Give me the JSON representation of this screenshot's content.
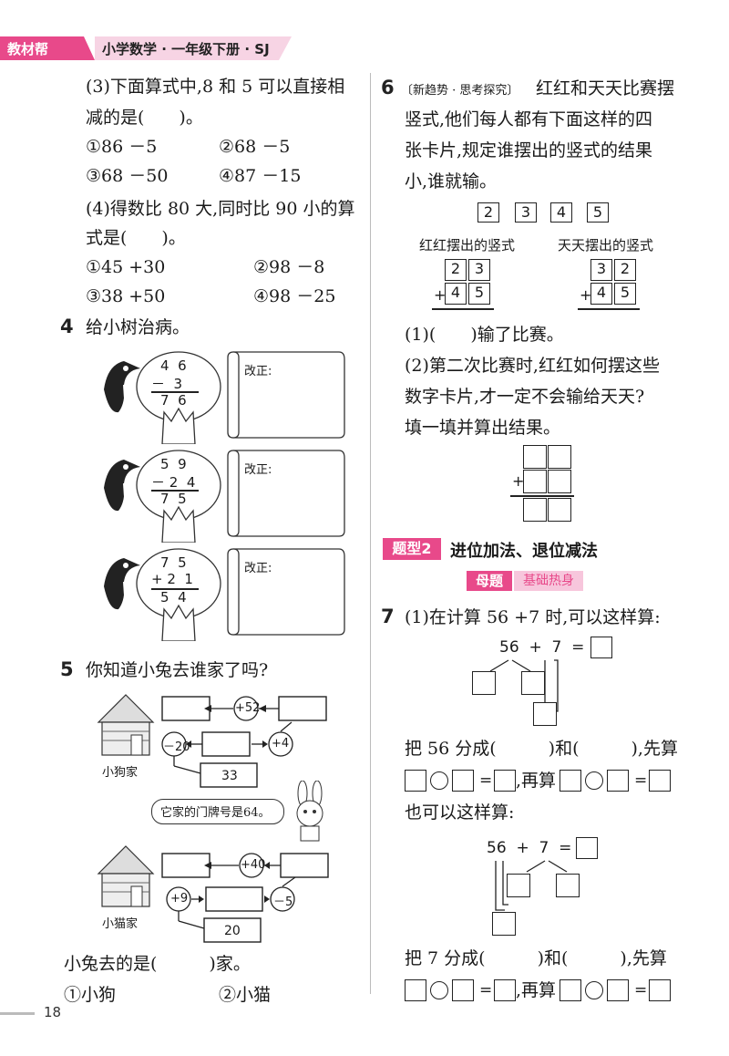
{
  "header": {
    "brand": "教材帮",
    "title": "小学数学 · 一年级下册 · SJ"
  },
  "footer": {
    "page_number": "18"
  },
  "q3": {
    "p3_stem_1": "(3)下面算式中,8 和 5 可以直接相",
    "p3_stem_2": "减的是(　　)。",
    "p3_options": [
      "①86 －5",
      "②68 －5",
      "③68 －50",
      "④87 －15"
    ],
    "p4_stem_1": "(4)得数比 80 大,同时比 90 小的算",
    "p4_stem_2": "式是(　　)。",
    "p4_options": [
      "①45 +30",
      "②98 －8",
      "③38 +50",
      "④98 －25"
    ]
  },
  "q4": {
    "num": "4",
    "title": "给小树治病。",
    "correction_label": "改正:",
    "problems": [
      {
        "top": "4  6",
        "mid": "－  3",
        "res": "7  6"
      },
      {
        "top": "5  9",
        "mid": "－ 2  4",
        "res": "7  5"
      },
      {
        "top": "7  5",
        "mid": "+ 2  1",
        "res": "5  4"
      }
    ]
  },
  "q5": {
    "num": "5",
    "title": "你知道小兔去谁家了吗?",
    "dog_house": "小狗家",
    "cat_house": "小猫家",
    "chain1": {
      "op_a": "+52",
      "op_b": "－20",
      "op_c": "+4",
      "start": "33"
    },
    "chain2": {
      "op_a": "+40",
      "op_b": "+9",
      "op_c": "－5",
      "start": "20"
    },
    "speech": "它家的门牌号是64。",
    "answer_stem": "小兔去的是(　　　)家。",
    "options": [
      "①小狗",
      "②小猫"
    ]
  },
  "q6": {
    "num": "6",
    "tag": "〔新趋势 · 思考探究〕",
    "stem_1": "红红和天天比赛摆",
    "stem_2": "竖式,他们每人都有下面这样的四",
    "stem_3": "张卡片,规定谁摆出的竖式的结果",
    "stem_4": "小,谁就输。",
    "cards": [
      "2",
      "3",
      "4",
      "5"
    ],
    "hong_label": "红红摆出的竖式",
    "tian_label": "天天摆出的竖式",
    "hong": {
      "a": "2",
      "b": "3",
      "c": "4",
      "d": "5"
    },
    "tian": {
      "a": "3",
      "b": "2",
      "c": "4",
      "d": "5"
    },
    "plus": "+",
    "p1": "(1)(　　)输了比赛。",
    "p2_1": "(2)第二次比赛时,红红如何摆这些",
    "p2_2": "数字卡片,才一定不会输给天天?",
    "p2_3": "填一填并算出结果。"
  },
  "section": {
    "badge": "题型2",
    "title": "进位加法、退位减法",
    "mother": "母题",
    "warm": "基础热身"
  },
  "q7": {
    "num": "7",
    "stem": "(1)在计算 56 +7 时,可以这样算:",
    "expr": "56  +  7  =",
    "split1_1": "把 56 分成(　　　)和(　　　),先算",
    "then": ",再算",
    "alt": "也可以这样算:",
    "split2_1": "把 7 分成(　　　)和(　　　),先算",
    "eq": "="
  },
  "colors": {
    "pink": "#e8498a",
    "light_pink": "#f7c6dc",
    "ink": "#1a1a1a"
  }
}
